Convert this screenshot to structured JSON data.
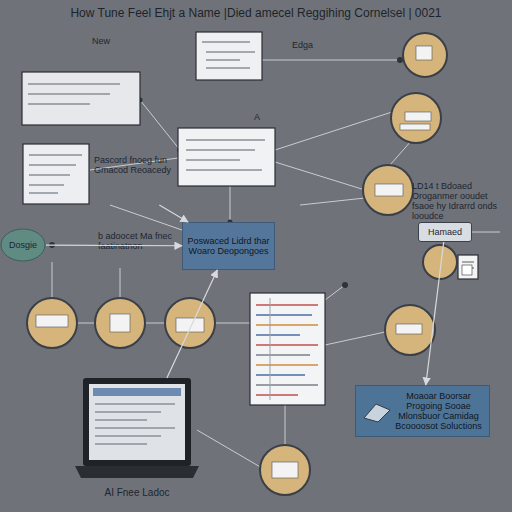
{
  "diagram": {
    "title": "How Tune Feel Ehjt a Name |Died amecel Reggihing Cornelsel | 0021",
    "nodes": [
      {
        "text": [
          "Pascord fnoeg fun Gmacod Reoacedy"
        ]
      },
      {
        "text": [
          "Dosgie"
        ]
      },
      {
        "text": [
          "Poswaced Lidrd thar Woaro Deopongoes"
        ]
      },
      {
        "text": [
          "Hamaed"
        ]
      },
      {
        "text": [
          "Moaoar Boorsar Progoing Sooae Mlonsbuor Camidag Bcoooosot Soluctions"
        ]
      },
      {
        "text": [
          "AI Fnee Ladoc"
        ]
      }
    ],
    "edges": [
      {
        "from": 1,
        "to": 2,
        "arrow": "to"
      },
      {
        "from": 0,
        "to": 2,
        "arrow": "to"
      },
      {
        "from": 5,
        "to": 2,
        "arrow": "to"
      },
      {
        "from": 3,
        "to": 4,
        "arrow": "to"
      }
    ],
    "labels": [
      "New",
      "Edga",
      "A",
      "b adoocet Ma fnec faatinatnon",
      "LD14 t Bdoaed Oroganmer ooudet fsaoe hy Idrarrd onds looudce"
    ]
  }
}
